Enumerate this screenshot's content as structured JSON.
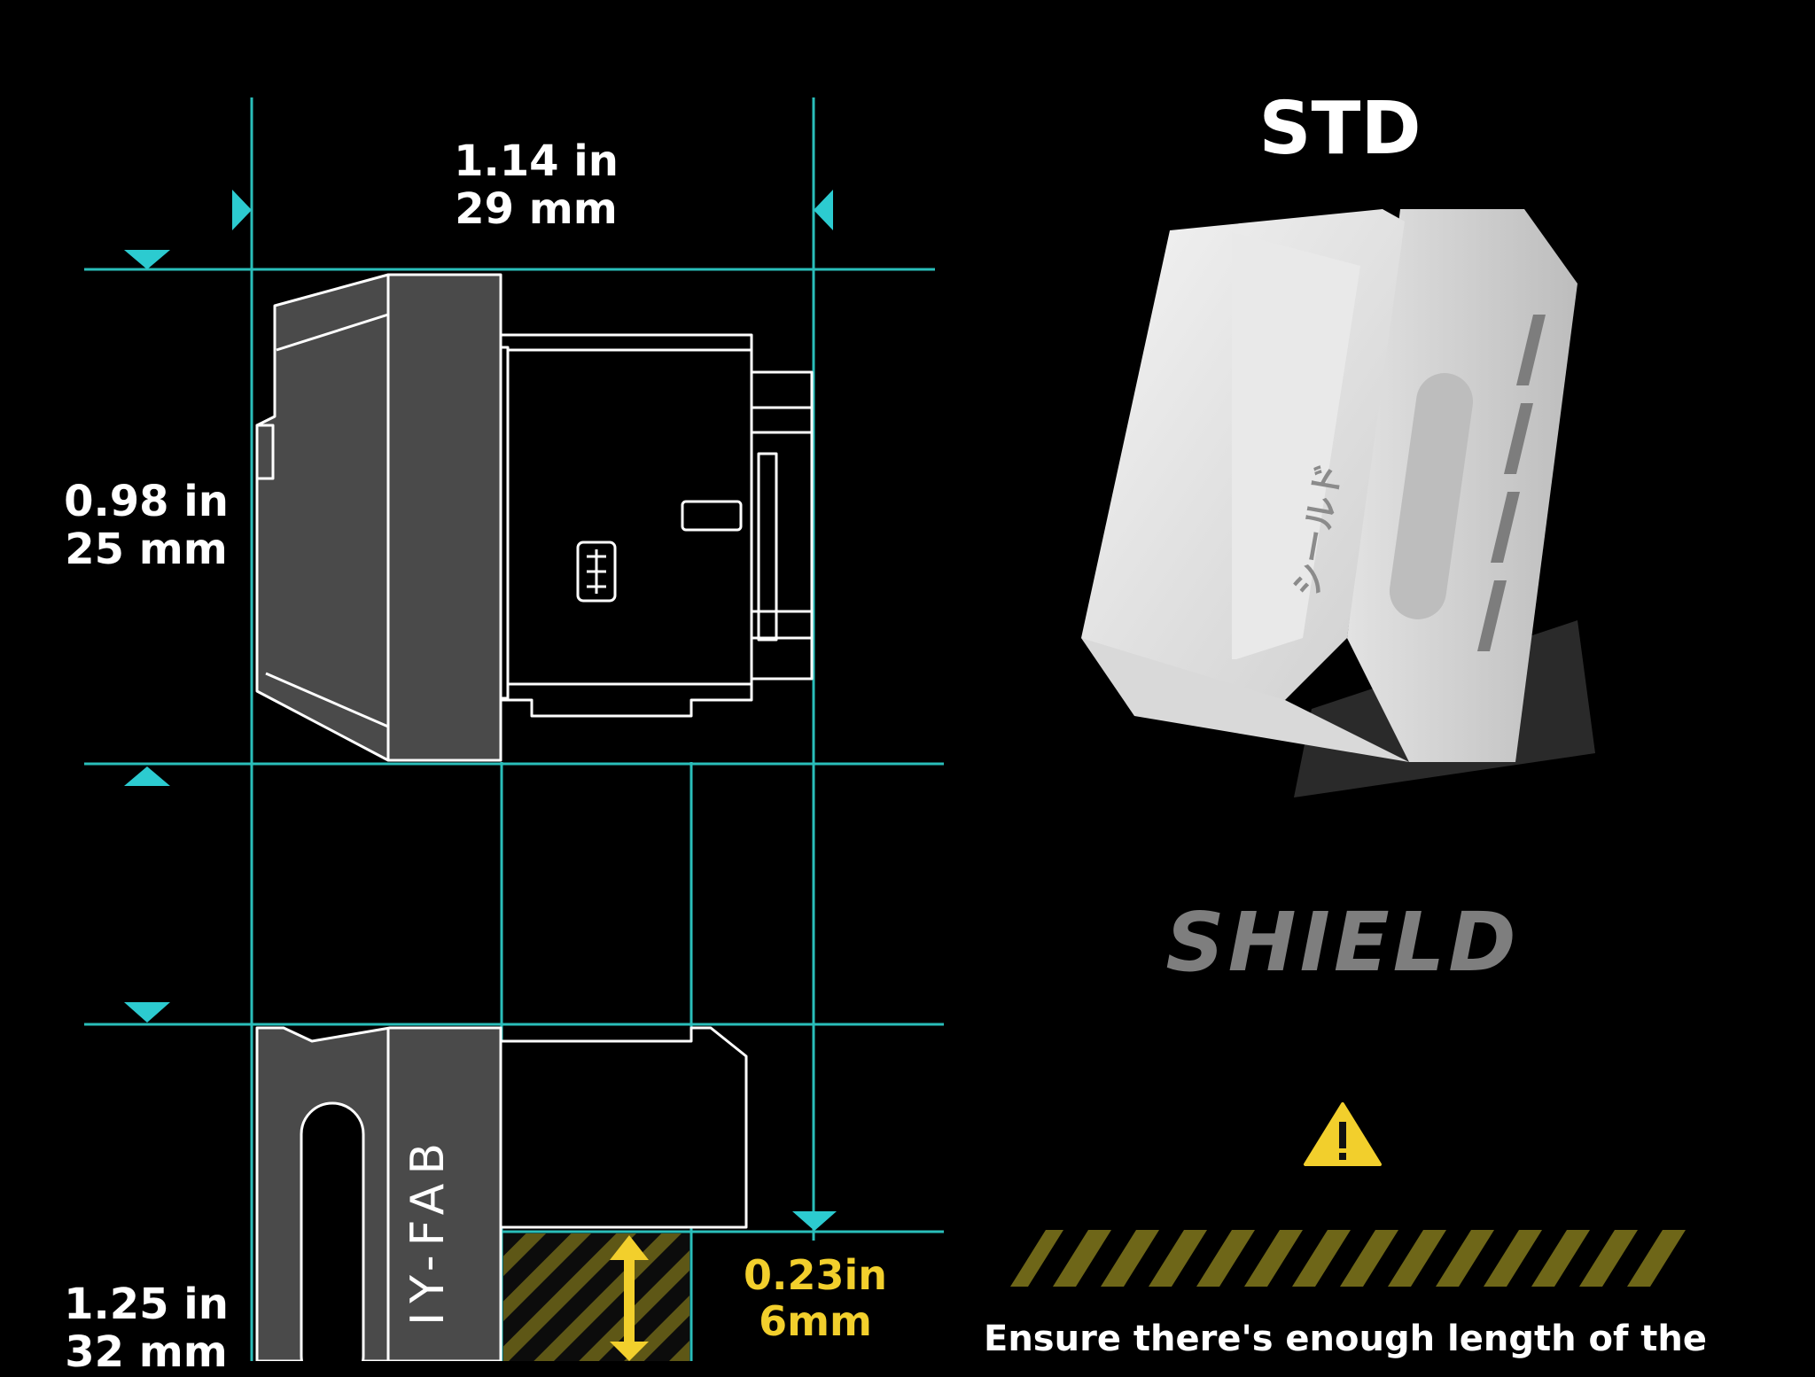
{
  "dimensions": {
    "width": {
      "in": "1.14 in",
      "mm": "29 mm"
    },
    "height_side": {
      "in": "0.98 in",
      "mm": "25 mm"
    },
    "height_front": {
      "in": "1.25 in",
      "mm": "32 mm"
    },
    "clearance": {
      "in": "0.23in",
      "mm": "6mm"
    }
  },
  "product": {
    "model": "STD",
    "brand_wordmark": "SHIELD",
    "body_mark": "シールド",
    "logo_text": "IY-FAB"
  },
  "warning": {
    "icon": "warning-triangle-icon",
    "text": "Ensure there's enough length of the"
  },
  "colors": {
    "guide_line": "#2fd3cf",
    "arrow": "#2ccbd0",
    "drawing_fill": "#4a4a4a",
    "drawing_stroke": "#ffffff",
    "caution_yellow": "#f2cf2c",
    "hazard_stripe": "#6e6618"
  }
}
